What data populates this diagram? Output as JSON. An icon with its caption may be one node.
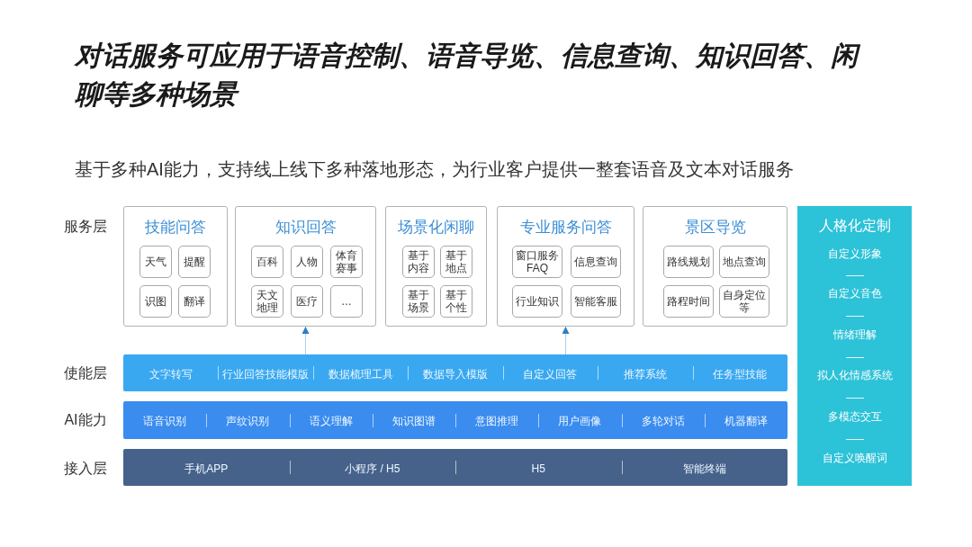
{
  "diagram": {
    "title": "对话服务可应用于语音控制、语音导览、信息查询、知识回答、闲聊等多种场景",
    "nodes": [
      {
        "text": [
          "技能问答"
        ]
      },
      {
        "text": [
          "天气"
        ],
        "in": 0
      },
      {
        "text": [
          "提醒"
        ],
        "in": 0
      },
      {
        "text": [
          "识图"
        ],
        "in": 0
      },
      {
        "text": [
          "翻译"
        ],
        "in": 0
      },
      {
        "text": [
          "知识回答"
        ]
      },
      {
        "text": [
          "百科"
        ],
        "in": 5
      },
      {
        "text": [
          "人物"
        ],
        "in": 5
      },
      {
        "text": [
          "体育赛事"
        ],
        "in": 5
      },
      {
        "text": [
          "天文地理"
        ],
        "in": 5
      },
      {
        "text": [
          "医疗"
        ],
        "in": 5
      },
      {
        "text": [
          "…"
        ],
        "in": 5
      },
      {
        "text": [
          "场景化闲聊"
        ]
      },
      {
        "text": [
          "基于内容"
        ],
        "in": 12
      },
      {
        "text": [
          "基于地点"
        ],
        "in": 12
      },
      {
        "text": [
          "基于场景"
        ],
        "in": 12
      },
      {
        "text": [
          "基于个性"
        ],
        "in": 12
      },
      {
        "text": [
          "专业服务问答"
        ]
      },
      {
        "text": [
          "窗口服务 FAQ"
        ],
        "in": 17
      },
      {
        "text": [
          "信息查询"
        ],
        "in": 17
      },
      {
        "text": [
          "行业知识"
        ],
        "in": 17
      },
      {
        "text": [
          "智能客服"
        ],
        "in": 17
      },
      {
        "text": [
          "景区导览"
        ]
      },
      {
        "text": [
          "路线规划"
        ],
        "in": 22
      },
      {
        "text": [
          "地点查询"
        ],
        "in": 22
      },
      {
        "text": [
          "路程时间"
        ],
        "in": 22
      },
      {
        "text": [
          "自身定位等"
        ],
        "in": 22
      },
      {
        "text": [
          "文字转写",
          "行业回答技能模版",
          "数据梳理工具",
          "数据导入模版",
          "自定义回答",
          "推荐系统",
          "任务型技能"
        ]
      },
      {
        "text": [
          "语音识别",
          "声纹识别",
          "语义理解",
          "知识图谱",
          "意图推理",
          "用户画像",
          "多轮对话",
          "机器翻译"
        ]
      },
      {
        "text": [
          "手机APP",
          "小程序 / H5",
          "H5",
          "智能终端"
        ]
      },
      {
        "text": [
          "人格化定制",
          "自定义形象",
          "自定义音色",
          "情绪理解",
          "拟人化情感系统",
          "多模态交互",
          "自定义唤醒词"
        ]
      }
    ],
    "edges": [
      {
        "from": 27,
        "to": 5,
        "arrow": "to"
      },
      {
        "from": 27,
        "to": 17,
        "arrow": "to"
      }
    ],
    "labels": [
      "基于多种AI能力，支持线上线下多种落地形态，为行业客户提供一整套语音及文本对话服务",
      "服务层",
      "使能层",
      "AI能力",
      "接入层"
    ]
  }
}
